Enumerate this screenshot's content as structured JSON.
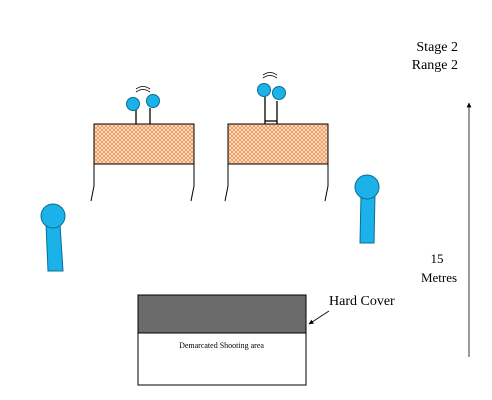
{
  "title": {
    "stage": "Stage 2",
    "range": "Range 2"
  },
  "distance": {
    "value": "15",
    "unit": "Metres"
  },
  "cover": {
    "label": "Hard Cover"
  },
  "shooting_area": {
    "label": "Demarcated Shooting area"
  },
  "colors": {
    "target_fill": "#1ab2e8",
    "target_stroke": "#0b6d96",
    "barricade_fill": "#fbe2c8",
    "barricade_pattern": "#f08a4b",
    "hard_cover": "#6b6b6b",
    "line": "#000000"
  }
}
